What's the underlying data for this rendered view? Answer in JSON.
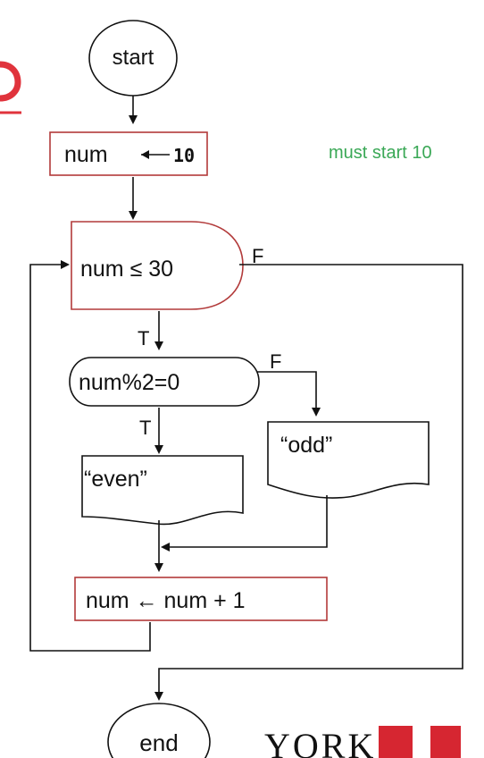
{
  "nodes": {
    "start": "start",
    "init_var": "num",
    "init_val": "10",
    "condition": "num ≤ 30",
    "parity": "num%2=0",
    "even": "“even”",
    "odd": "“odd”",
    "increment": "num ← num + 1",
    "end": "end"
  },
  "edge_labels": {
    "cond_false": "F",
    "cond_true": "T",
    "parity_false": "F",
    "parity_true": "T"
  },
  "annotation": "must start 10",
  "logo": {
    "text": "YORK",
    "color": "#d62631"
  },
  "colors": {
    "box_border": "#b23a3a",
    "note": "#3aa856",
    "red_mark": "#e0333c"
  }
}
